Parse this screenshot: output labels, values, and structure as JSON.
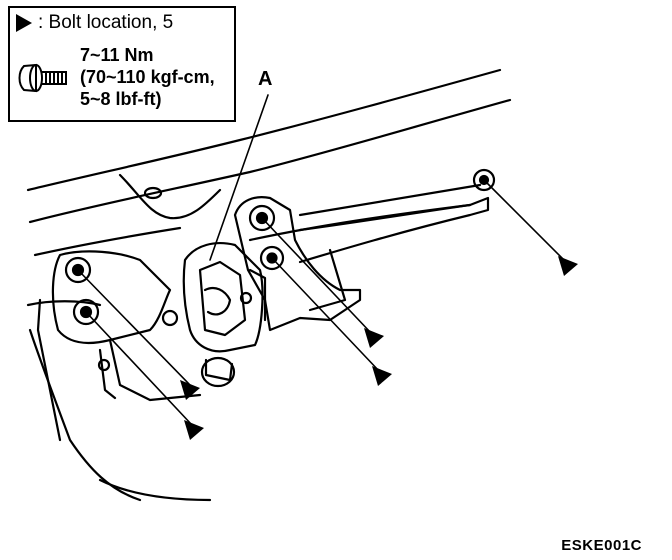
{
  "legend": {
    "bolt_location": ": Bolt location, 5",
    "torque_line1": "7~11 Nm",
    "torque_line2": "(70~110 kgf-cm,",
    "torque_line3": "5~8 lbf-ft)"
  },
  "callouts": {
    "part_a": "A"
  },
  "figure_code": "ESKE001C",
  "icons": {
    "legend_arrow": "bolt-location-arrow-icon",
    "bolt": "bolt-icon"
  }
}
